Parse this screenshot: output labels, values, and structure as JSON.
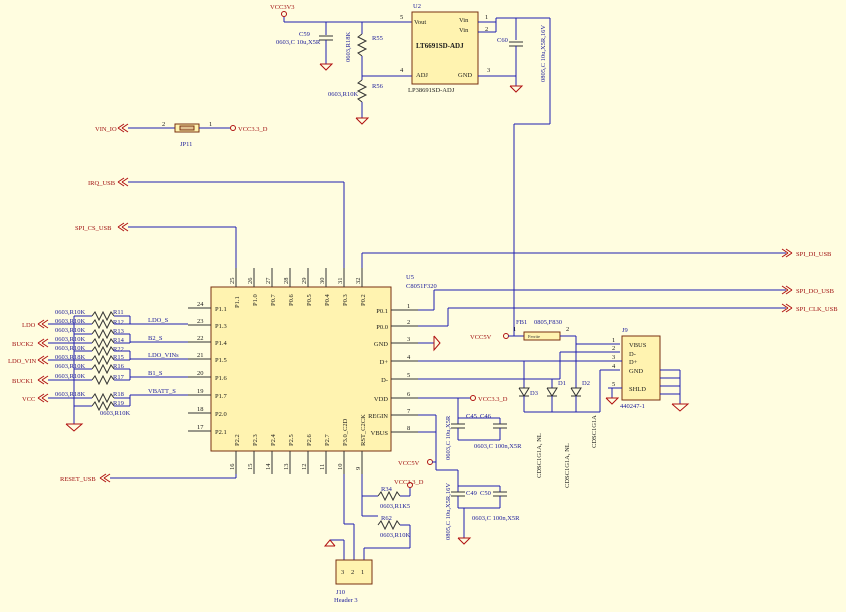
{
  "ic": {
    "ref": "U5",
    "part": "C8051F320",
    "pins": {
      "p1_1": {
        "num": "24",
        "label": "P1.1"
      },
      "p1_3": {
        "num": "23",
        "label": "P1.3"
      },
      "p1_4": {
        "num": "22",
        "label": "P1.4"
      },
      "p1_5": {
        "num": "21",
        "label": "P1.5"
      },
      "p1_6": {
        "num": "20",
        "label": "P1.6"
      },
      "p1_7": {
        "num": "19",
        "label": "P1.7"
      },
      "p2_0": {
        "num": "18",
        "label": "P2.0"
      },
      "p2_1": {
        "num": "17",
        "label": "P2.1"
      },
      "top": [
        {
          "num": "25",
          "label": "P1.1"
        },
        {
          "num": "26",
          "label": "P1.0"
        },
        {
          "num": "27",
          "label": "P0.7"
        },
        {
          "num": "28",
          "label": "P0.6"
        },
        {
          "num": "29",
          "label": "P0.5"
        },
        {
          "num": "30",
          "label": "P0.4"
        },
        {
          "num": "31",
          "label": "P0.3"
        },
        {
          "num": "32",
          "label": "P0.2"
        }
      ],
      "bottom": [
        {
          "num": "16",
          "label": "P2.2"
        },
        {
          "num": "15",
          "label": "P2.3"
        },
        {
          "num": "14",
          "label": "P2.4"
        },
        {
          "num": "13",
          "label": "P2.5"
        },
        {
          "num": "12",
          "label": "P2.6"
        },
        {
          "num": "11",
          "label": "P2.7"
        },
        {
          "num": "10",
          "label": "P3.0_C2D"
        },
        {
          "num": "9",
          "label": "RST_C2CK"
        }
      ],
      "right": [
        {
          "num": "1",
          "label": "P0.1"
        },
        {
          "num": "2",
          "label": "P0.0"
        },
        {
          "num": "3",
          "label": "GND"
        },
        {
          "num": "4",
          "label": "D+"
        },
        {
          "num": "5",
          "label": "D-"
        },
        {
          "num": "6",
          "label": "VDD"
        },
        {
          "num": "7",
          "label": "REGIN"
        },
        {
          "num": "8",
          "label": "VBUS"
        }
      ]
    }
  },
  "regulator": {
    "ref": "U2",
    "name": "LT6691SD-ADJ",
    "part": "LP38691SD-ADJ",
    "pin_vout": "Vout",
    "pin_vin1": "Vin",
    "pin_vin2": "Vin",
    "pin_adj": "ADJ",
    "pin_gnd": "GND",
    "n5": "5",
    "n4": "4",
    "n3": "3",
    "n1": "1",
    "n2": "2"
  },
  "nets": {
    "vcc3v3": "VCC3V3",
    "vin_io": "VIN_IO",
    "vcc33d": "VCC3.3_D",
    "irq": "IRQ_USB",
    "spi_cs": "SPI_CS_USB",
    "spi_di": "SPI_DI_USB",
    "spi_do": "SPI_DO_USB",
    "spi_clk": "SPI_CLK_USB",
    "ldo": "LDO",
    "buck2": "BUCK2",
    "ldo_vin": "LDO_VIN",
    "buck1": "BUCK1",
    "vcc": "VCC",
    "rst_usb": "RESET_USB",
    "vcc5v": "VCC5V",
    "vcc5v_b": "VCC5V",
    "vcc33d_b": "VCC3.3_D",
    "vcc33d_c": "VCC3.3_D",
    "ldo_s": "LDO_S",
    "b2_s": "B2_S",
    "ldo_vins": "LDO_VINs",
    "b1_s": "B1_S",
    "vbatt_s": "VBATT_S"
  },
  "parts": {
    "c59": {
      "ref": "C59",
      "val": "0603,C 10u,X5R"
    },
    "c60": {
      "ref": "C60",
      "val": "0805,C 10u,X5R,16V"
    },
    "r55": {
      "ref": "R55",
      "val": "0603,R18K"
    },
    "r56": {
      "ref": "R56",
      "val": "0603,R10K"
    },
    "jp11": {
      "ref": "JP11",
      "p1": "1",
      "p2": "2"
    },
    "r11": {
      "ref": "R11",
      "val": "0603,R10K"
    },
    "r12": {
      "ref": "R12",
      "val": "0603,R10K"
    },
    "r13": {
      "ref": "R13",
      "val": "0603,R10K"
    },
    "r14": {
      "ref": "R14",
      "val": "0603,R10K"
    },
    "r22": {
      "ref": "R22",
      "val": "0603,R10K"
    },
    "r15": {
      "ref": "R15",
      "val": "0603,R18K"
    },
    "r16": {
      "ref": "R16",
      "val": "0603,R10K"
    },
    "r17": {
      "ref": "R17",
      "val": "0603,R10K"
    },
    "r18": {
      "ref": "R18",
      "val": "0603,R18K"
    },
    "r19": {
      "ref": "R19",
      "val": "0603,R10K"
    },
    "c45": {
      "ref": "C45",
      "val": "0603,C 10u,X5R"
    },
    "c46": {
      "ref": "C46",
      "val": "0603,C 100n,X5R"
    },
    "c49": {
      "ref": "C49",
      "val": "0805,C 10u,X5R,16V"
    },
    "c50": {
      "ref": "C50",
      "val": "0603,C 100n,X5R"
    },
    "r34": {
      "ref": "R34",
      "val": "0603,R1K5"
    },
    "r62": {
      "ref": "R62",
      "val": "0603,R10K"
    },
    "fb1": {
      "ref": "FB1",
      "val": "0805,F830",
      "name": "Ferrite",
      "p1": "1",
      "p2": "2"
    },
    "d1": {
      "ref": "D1",
      "val": "CDSC1G1A, NL"
    },
    "d2": {
      "ref": "D2",
      "val": "CDSC1G1A"
    },
    "d3": {
      "ref": "D3",
      "val": "CDSC1G1A, NL"
    },
    "j9": {
      "ref": "J9",
      "part": "440247-1",
      "vbus": "VBUS",
      "dm": "D-",
      "dp": "D+",
      "gnd": "GND",
      "shld": "SHLD",
      "n1": "1",
      "n2": "2",
      "n3": "3",
      "n4": "4",
      "n5": "5"
    },
    "j10": {
      "ref": "J10",
      "part": "Header 3",
      "n3": "3",
      "n2": "2",
      "n1": "1"
    }
  }
}
